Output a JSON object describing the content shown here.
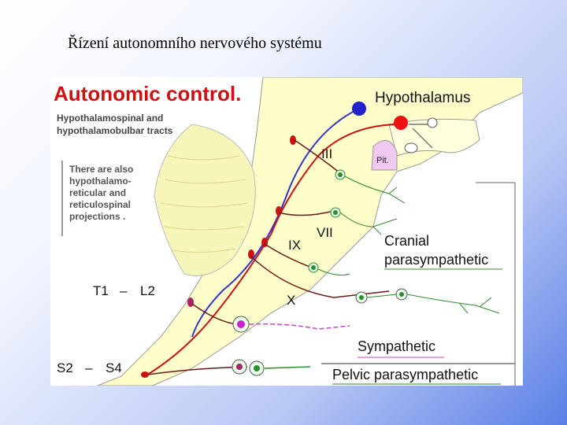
{
  "slide_title": "Řízení autonomního nervového systému",
  "figure": {
    "heading": "Autonomic control.",
    "tracts_line1": "Hypothalamospinal and",
    "tracts_line2": "hypothalamobulbar tracts",
    "note_lines": [
      "There are also",
      "hypothalamo-",
      "reticular and",
      "reticulospinal",
      "projections ."
    ],
    "hypothalamus": "Hypothalamus",
    "pituitary": "Pit.",
    "nerve_III": "III",
    "nerve_VII": "VII",
    "nerve_IX": "IX",
    "nerve_X": "X",
    "cranial_line1": "Cranial",
    "cranial_line2": "parasympathetic",
    "level_T1": "T1",
    "level_L2": "L2",
    "level_S2": "S2",
    "level_S4": "S4",
    "dash": "–",
    "sympathetic": "Sympathetic",
    "pelvic": "Pelvic parasympathetic"
  },
  "colors": {
    "hypothalamospinal": "#3333cc",
    "parasympathetic": "#cc1111",
    "sympathetic_fiber": "#cc44cc",
    "postganglionic": "#2e8b2e",
    "cord": "#ffffcc",
    "heading": "#d01010"
  }
}
